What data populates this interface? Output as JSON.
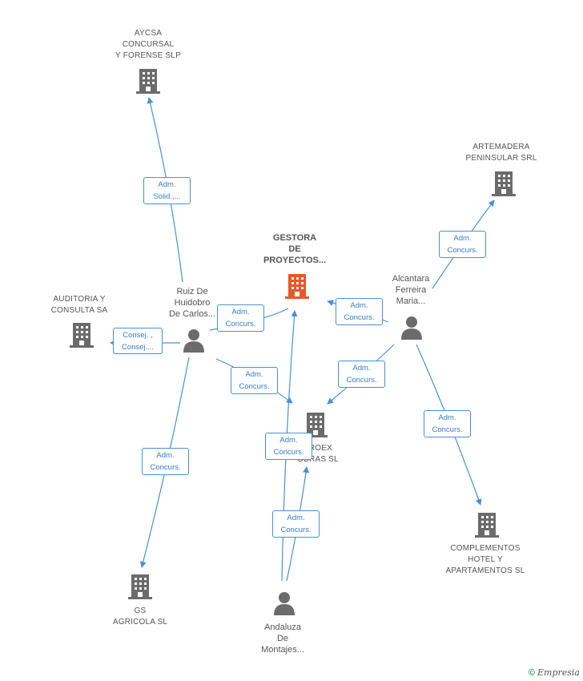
{
  "nodes": {
    "aycsa": {
      "label": "AYCSA\nCONCURSAL\nY FORENSE  SLP"
    },
    "artemadera": {
      "label": "ARTEMADERA\nPENINSULAR SRL"
    },
    "gestora": {
      "label": "GESTORA\nDE\nPROYECTOS..."
    },
    "auditoria": {
      "label": "AUDITORIA Y\nCONSULTA SA"
    },
    "ruiz": {
      "label": "Ruiz De\nHuidobro\nDe Carlos..."
    },
    "alcantara": {
      "label": "Alcantara\nFerreira\nMaria..."
    },
    "proex": {
      "label": "PROEX\nOBRAS SL"
    },
    "complementos": {
      "label": "COMPLEMENTOS\nHOTEL Y\nAPARTAMENTOS SL"
    },
    "gs": {
      "label": "GS\nAGRICOLA SL"
    },
    "andaluza": {
      "label": "Andaluza\nDe\nMontajes..."
    }
  },
  "edges": {
    "e1": "Adm.\nSolid.,...",
    "e2": "Adm.\nConcurs.",
    "e3": "Adm.\nConcurs.",
    "e4": "Consej. ,\nConsej....",
    "e5": "Adm.\nConcurs.",
    "e6": "Adm.\nConcurs.",
    "e7": "Adm.\nConcurs.",
    "e8": "Adm.\nConcurs.",
    "e9": "Adm.\nConcurs.",
    "e10": "Adm.\nConcurs.",
    "e11": "Adm.\nConcurs."
  },
  "colors": {
    "edge": "#4a90d9",
    "building": "#6b6b6b",
    "focus": "#e8572a",
    "person": "#6b6b6b"
  },
  "footer": {
    "copyright": "©",
    "brand": "Empresia"
  }
}
